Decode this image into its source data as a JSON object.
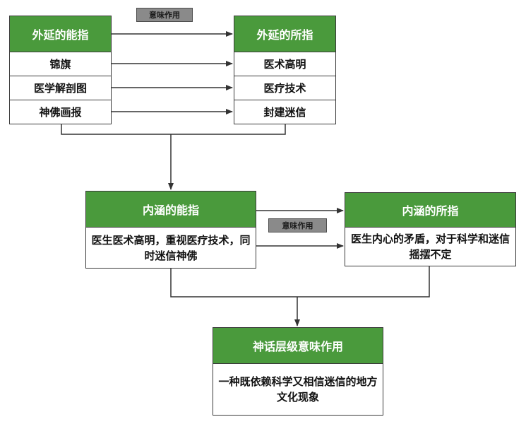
{
  "tags": {
    "top": "意味作用",
    "middle": "意味作用"
  },
  "left_column": {
    "header": "外延的能指",
    "items": [
      "锦旗",
      "医学解剖图",
      "神佛画报"
    ]
  },
  "right_column": {
    "header": "外延的所指",
    "items": [
      "医术高明",
      "医疗技术",
      "封建迷信"
    ]
  },
  "mid_left": {
    "header": "内涵的能指",
    "text": "医生医术高明，重视医疗技术，同时迷信神佛"
  },
  "mid_right": {
    "header": "内涵的所指",
    "text": "医生内心的矛盾，对于科学和迷信摇摆不定"
  },
  "bottom": {
    "header": "神话层级意味作用",
    "text": "一种既依赖科学又相信迷信的地方文化现象"
  },
  "colors": {
    "header_green": "#4a9a3c",
    "border": "#3a3a3a",
    "tag_gray": "#8a8a8a"
  }
}
